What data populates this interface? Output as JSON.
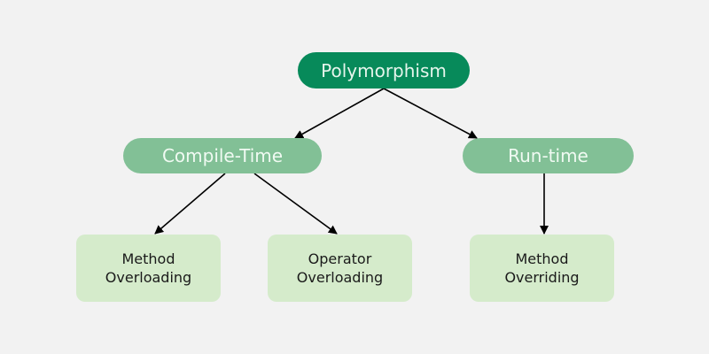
{
  "diagram": {
    "root": {
      "label": "Polymorphism",
      "color": "#078a5a"
    },
    "categories": [
      {
        "label": "Compile-Time",
        "color": "#82c096"
      },
      {
        "label": "Run-time",
        "color": "#82c096"
      }
    ],
    "leaves": [
      {
        "line1": "Method",
        "line2": "Overloading",
        "parent": "Compile-Time"
      },
      {
        "line1": "Operator",
        "line2": "Overloading",
        "parent": "Compile-Time"
      },
      {
        "line1": "Method",
        "line2": "Overriding",
        "parent": "Run-time"
      }
    ],
    "leaf_color": "#d5ebcb",
    "edges": [
      {
        "from": "Polymorphism",
        "to": "Compile-Time"
      },
      {
        "from": "Polymorphism",
        "to": "Run-time"
      },
      {
        "from": "Compile-Time",
        "to": "Method Overloading"
      },
      {
        "from": "Compile-Time",
        "to": "Operator Overloading"
      },
      {
        "from": "Run-time",
        "to": "Method Overriding"
      }
    ]
  }
}
